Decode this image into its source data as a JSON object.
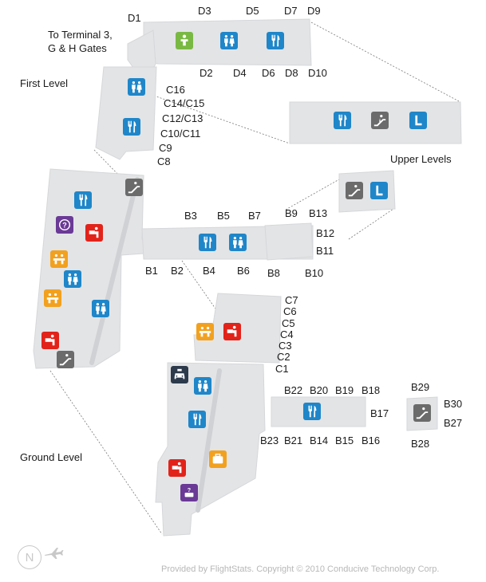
{
  "intro_label": "To Terminal 3,\nG & H Gates",
  "level_labels": {
    "first": "First Level",
    "upper": "Upper Levels",
    "ground": "Ground Level"
  },
  "gates": {
    "D1": "D1",
    "D2": "D2",
    "D3": "D3",
    "D4": "D4",
    "D5": "D5",
    "D6": "D6",
    "D7": "D7",
    "D8": "D8",
    "D9": "D9",
    "D10": "D10",
    "C16": "C16",
    "C14C15": "C14/C15",
    "C12C13": "C12/C13",
    "C10C11": "C10/C11",
    "C9": "C9",
    "C8": "C8",
    "C7": "C7",
    "C6": "C6",
    "C5": "C5",
    "C4": "C4",
    "C3": "C3",
    "C2": "C2",
    "C1": "C1",
    "B1": "B1",
    "B2": "B2",
    "B3": "B3",
    "B4": "B4",
    "B5": "B5",
    "B6": "B6",
    "B7": "B7",
    "B8": "B8",
    "B9": "B9",
    "B10": "B10",
    "B11": "B11",
    "B12": "B12",
    "B13": "B13",
    "B14": "B14",
    "B15": "B15",
    "B16": "B16",
    "B17": "B17",
    "B18": "B18",
    "B19": "B19",
    "B20": "B20",
    "B21": "B21",
    "B22": "B22",
    "B23": "B23",
    "B27": "B27",
    "B28": "B28",
    "B29": "B29",
    "B30": "B30"
  },
  "compass_letter": "N",
  "copyright": "Provided by FlightStats. Copyright © 2010 Conducive Technology Corp.",
  "colors": {
    "floor": "#e3e4e6",
    "floor_edge": "#d2d3d6",
    "restaurant": "#1f86c9",
    "restroom": "#1f86c9",
    "lounge": "#1f86c9",
    "escalator": "#6b6b6b",
    "family": "#79b943",
    "info": "#6a3a96",
    "security": "#e2231a",
    "shop": "#f2a11f",
    "ground_transport": "#2d3a4c"
  },
  "icons": {
    "restaurant": "restaurant-icon",
    "restroom": "restroom-icon",
    "lounge": "lounge-icon",
    "escalator": "escalator-icon",
    "family": "family-room-icon",
    "info": "information-icon",
    "security": "security-checkpoint-icon",
    "shop": "shop-icon",
    "ground_transport": "ground-transportation-icon",
    "baggage": "baggage-icon",
    "baggage_claim": "baggage-claim-icon"
  }
}
